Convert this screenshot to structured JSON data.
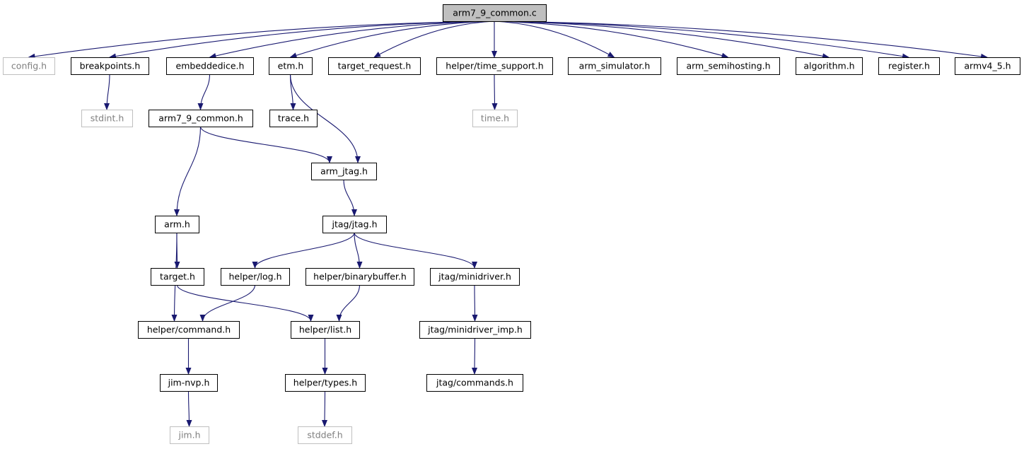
{
  "colors": {
    "edge": "#191970",
    "root_fill": "#bfbfbf",
    "node_border": "#000000",
    "missing_border": "#bfbfbf",
    "missing_text": "#7f7f7f",
    "text": "#000000"
  },
  "nodes": [
    {
      "id": "root",
      "label": "arm7_9_common.c",
      "kind": "root"
    },
    {
      "id": "config",
      "label": "config.h",
      "kind": "missing"
    },
    {
      "id": "breakpoints",
      "label": "breakpoints.h",
      "kind": "normal"
    },
    {
      "id": "embeddedice",
      "label": "embeddedice.h",
      "kind": "normal"
    },
    {
      "id": "etm",
      "label": "etm.h",
      "kind": "normal"
    },
    {
      "id": "target_request",
      "label": "target_request.h",
      "kind": "normal"
    },
    {
      "id": "time_support",
      "label": "helper/time_support.h",
      "kind": "normal"
    },
    {
      "id": "arm_simulator",
      "label": "arm_simulator.h",
      "kind": "normal"
    },
    {
      "id": "arm_semihosting",
      "label": "arm_semihosting.h",
      "kind": "normal"
    },
    {
      "id": "algorithm",
      "label": "algorithm.h",
      "kind": "normal"
    },
    {
      "id": "register",
      "label": "register.h",
      "kind": "normal"
    },
    {
      "id": "armv4_5",
      "label": "armv4_5.h",
      "kind": "normal"
    },
    {
      "id": "stdint",
      "label": "stdint.h",
      "kind": "missing"
    },
    {
      "id": "arm7_9_common_h",
      "label": "arm7_9_common.h",
      "kind": "normal"
    },
    {
      "id": "trace",
      "label": "trace.h",
      "kind": "normal"
    },
    {
      "id": "time",
      "label": "time.h",
      "kind": "missing"
    },
    {
      "id": "arm_jtag",
      "label": "arm_jtag.h",
      "kind": "normal"
    },
    {
      "id": "arm",
      "label": "arm.h",
      "kind": "normal"
    },
    {
      "id": "jtag",
      "label": "jtag/jtag.h",
      "kind": "normal"
    },
    {
      "id": "target",
      "label": "target.h",
      "kind": "normal"
    },
    {
      "id": "log",
      "label": "helper/log.h",
      "kind": "normal"
    },
    {
      "id": "binarybuffer",
      "label": "helper/binarybuffer.h",
      "kind": "normal"
    },
    {
      "id": "minidriver",
      "label": "jtag/minidriver.h",
      "kind": "normal"
    },
    {
      "id": "command",
      "label": "helper/command.h",
      "kind": "normal"
    },
    {
      "id": "list",
      "label": "helper/list.h",
      "kind": "normal"
    },
    {
      "id": "minidriver_imp",
      "label": "jtag/minidriver_imp.h",
      "kind": "normal"
    },
    {
      "id": "jim_nvp",
      "label": "jim-nvp.h",
      "kind": "normal"
    },
    {
      "id": "types",
      "label": "helper/types.h",
      "kind": "normal"
    },
    {
      "id": "commands",
      "label": "jtag/commands.h",
      "kind": "normal"
    },
    {
      "id": "jim",
      "label": "jim.h",
      "kind": "missing"
    },
    {
      "id": "stddef",
      "label": "stddef.h",
      "kind": "missing"
    }
  ],
  "edges": [
    {
      "from": "root",
      "to": "config"
    },
    {
      "from": "root",
      "to": "breakpoints"
    },
    {
      "from": "root",
      "to": "embeddedice"
    },
    {
      "from": "root",
      "to": "etm"
    },
    {
      "from": "root",
      "to": "target_request"
    },
    {
      "from": "root",
      "to": "time_support"
    },
    {
      "from": "root",
      "to": "arm_simulator"
    },
    {
      "from": "root",
      "to": "arm_semihosting"
    },
    {
      "from": "root",
      "to": "algorithm"
    },
    {
      "from": "root",
      "to": "register"
    },
    {
      "from": "root",
      "to": "armv4_5"
    },
    {
      "from": "breakpoints",
      "to": "stdint"
    },
    {
      "from": "embeddedice",
      "to": "arm7_9_common_h"
    },
    {
      "from": "etm",
      "to": "trace"
    },
    {
      "from": "etm",
      "to": "arm_jtag"
    },
    {
      "from": "time_support",
      "to": "time"
    },
    {
      "from": "arm7_9_common_h",
      "to": "arm_jtag"
    },
    {
      "from": "arm7_9_common_h",
      "to": "arm"
    },
    {
      "from": "arm_jtag",
      "to": "jtag"
    },
    {
      "from": "arm",
      "to": "target"
    },
    {
      "from": "arm",
      "to": "command"
    },
    {
      "from": "jtag",
      "to": "log"
    },
    {
      "from": "jtag",
      "to": "binarybuffer"
    },
    {
      "from": "jtag",
      "to": "minidriver"
    },
    {
      "from": "target",
      "to": "list"
    },
    {
      "from": "log",
      "to": "command"
    },
    {
      "from": "binarybuffer",
      "to": "list"
    },
    {
      "from": "minidriver",
      "to": "minidriver_imp"
    },
    {
      "from": "command",
      "to": "jim_nvp"
    },
    {
      "from": "list",
      "to": "types"
    },
    {
      "from": "minidriver_imp",
      "to": "commands"
    },
    {
      "from": "jim_nvp",
      "to": "jim"
    },
    {
      "from": "types",
      "to": "stddef"
    }
  ]
}
